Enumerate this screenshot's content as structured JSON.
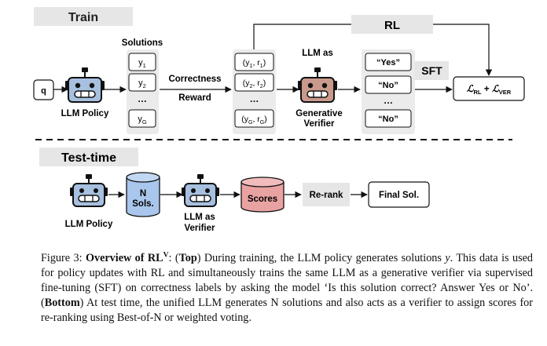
{
  "train": {
    "section_label": "Train",
    "query": "q",
    "policy_label": "LLM Policy",
    "solutions_header": "Solutions",
    "solutions": [
      "y",
      "y",
      "…",
      "y"
    ],
    "solution_subscripts": [
      "1",
      "2",
      "",
      "G"
    ],
    "arrow_label_line1": "Correctness",
    "arrow_label_line2": "Reward",
    "rewarded": [
      {
        "y": "(y",
        "ys": "1",
        "r": ", r",
        "rs": "1",
        "close": ")"
      },
      {
        "y": "(y",
        "ys": "2",
        "r": ", r",
        "rs": "2",
        "close": ")"
      },
      {
        "dots": "…"
      },
      {
        "y": "(y",
        "ys": "G",
        "r": ", r",
        "rs": "G",
        "close": ")"
      }
    ],
    "verifier_top_label": "LLM as",
    "verifier_bottom_line1": "Generative",
    "verifier_bottom_line2": "Verifier",
    "verdicts": [
      "“Yes”",
      "“No”",
      "…",
      "“No”"
    ],
    "rl_label": "RL",
    "sft_label": "SFT",
    "loss": {
      "l1": "ℒ",
      "s1": "RL",
      "plus": " + ",
      "l2": "ℒ",
      "s2": "VER"
    }
  },
  "test": {
    "section_label": "Test-time",
    "policy_label": "LLM Policy",
    "n_sols_line1": "N",
    "n_sols_line2": "Sols.",
    "verifier_line1": "LLM as",
    "verifier_line2": "Verifier",
    "scores_label": "Scores",
    "rerank_label": "Re-rank",
    "final_label": "Final Sol."
  },
  "caption": {
    "prefix": "Figure 3: ",
    "bold_title": "Overview of RL",
    "title_sup": "V",
    "after_title": ": (",
    "top_bold": "Top",
    "top_text_1": ") During training, the LLM policy generates solutions ",
    "y_italic": "y",
    "top_text_2": ". This data is used for policy updates with RL and simultaneously trains the same LLM as a generative verifier via supervised fine-tuning (SFT) on correctness labels by asking the model ‘Is this solution correct? Answer Yes or No’. (",
    "bottom_bold": "Bottom",
    "bottom_text": ") At test time, the unified LLM generates N solutions and also acts as a verifier to assign scores for re-ranking using Best-of-N or weighted voting."
  },
  "colors": {
    "section_bg": "#e6e6e6",
    "robot_blue": "#a7c0df",
    "robot_brown": "#c99a8c",
    "db_blue": "#a9c6ec",
    "db_red": "#e9a2a2"
  }
}
